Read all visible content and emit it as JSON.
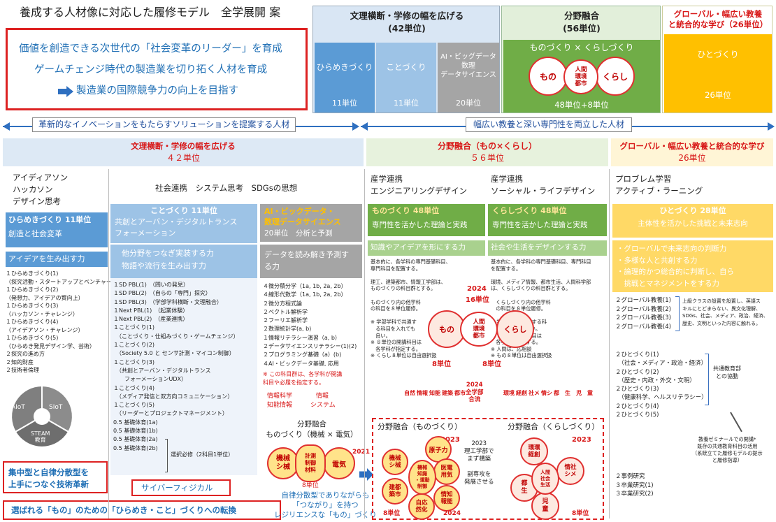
{
  "page_title": "養成する人材像に対応した履修モデル　全学展開 案",
  "mission": [
    "価値を創造できる次世代の「社会変革のリーダー」を育成",
    "ゲームチェンジ時代の製造業を切り拓く人材を育成",
    "製造業の国際競争力の向上を目指す"
  ],
  "top": {
    "bunri": {
      "title": "文理横断・学修の幅を広げる",
      "units": "(42単位)",
      "cols": [
        {
          "label": "ひらめきづくり",
          "units": "11単位"
        },
        {
          "label": "ことづくり",
          "units": "11単位"
        },
        {
          "label": "AI・ビッグデータ\n数理\nデータサイエンス",
          "units": "20単位"
        }
      ]
    },
    "bunya": {
      "title": "分野融合",
      "units": "(56単位)",
      "sub": "ものづくり × くらしづくり",
      "circle_l": "もの",
      "circle_c": "人間\n環境\n都市",
      "circle_r": "くらし",
      "units2": "48単位+8単位"
    },
    "global": {
      "title": "グローバル・幅広い教養\nと統合的な学び（26単位）",
      "label": "ひとづくり",
      "units": "26単位"
    }
  },
  "arrow1": "革新的なイノベーションをもたらすソリューションを提案する人材",
  "arrow2": "幅広い教養と深い専門性を両立した人材",
  "sec1": {
    "title": "文理横断・学修の幅を広げる",
    "units": "４２単位"
  },
  "sec2": {
    "title": "分野融合（もの×くらし）",
    "units": "５６単位"
  },
  "sec3": {
    "title": "グローバル・幅広い教養と統合的な学び",
    "units": "26単位"
  },
  "col1_head": "アイディアソン\nハッカソン\nデザイン思考",
  "col1_title": "ひらめきづくり 11単位",
  "col1_sub": "創造と社会変革",
  "col1_band": "アイデアを生み出す力",
  "col1_list": "１ひらめきづくり(1)\n（探究活動・スタートアップとベンチャー）\n１ひらめきづくり(2)\n（発想力、アイデアの賢向上）\n１ひらめきづくり(3)\n（ハッカソン・チャレンジ）\n１ひらめきづくり(4)\n（アイデアソン・チャレンジ）\n１ひらめきづくり(5)\n（ひらめき発見デザイン学、芸術）\n２探究の進め方\n２知的財産\n２技術者倫理",
  "col1_bottom": "集中型と自律分散型を\n上手につなぐ技術革新",
  "pie_labels": [
    "AIoT",
    "SIoT",
    "STEAM\n教育"
  ],
  "shakai": "社会連携　システム思考　SDGsの思想",
  "koto_title": "ことづくり 11単位",
  "koto_sub": "共創とアーバン・デジタルトランス\nフォーメーション",
  "koto_band": "他分野をつなぎ実装する力\n物語や流行を生み出す力",
  "koto_list": "１SD PBL(1)　（問いの発見）\n１SD PBL(2)　（自らの「専門」探究）\n１SD PBL(3)　（学部学科横断・文理融合）\n１Next PBL(1)　（起業体験）\n１Next PBL(2)　（産業連携）\n１ことづくり(1)\n　（ことづくり・仕組みづくり・ゲームチェンジ）\n１ことづくり(2)\n　（Society 5.0 と センサ計測・マイコン制御）\n１ことづくり(3)\n　（共創とアーバン・デジタルトランス\n　　フォーメーションUDX）\n１ことづくり(4)\n　（メディア発信と双方向コミュニケーション）\n１ことづくり(5)\n　（リーダーとプロジェクトマネージメント）\n0.5 基礎体育(1a)\n0.5 基礎体育(1b)\n0.5 基礎体育(2a)\n0.5 基礎体育(2b)",
  "taiiku_note": "選択必修（2科目1単位）",
  "cyber": "サイバーフィジカル",
  "bottom_line": "選ばれる「もの」のための「ひらめき・こと」づくりへの転換",
  "ai_title": "AI・ビックデータ・\n数理データサイエンス",
  "ai_sub": "20単位　分析と予測",
  "ai_band": "データを読み解き予測す\nる力",
  "ai_list": "４微分積分学（1a, 1b, 2a, 2b）\n４線形代数学（1a, 1b, 2a, 2b）\n２微分方程式論\n２ベクトル解析学\n２フーリエ解析学\n２数理統計学(a, b)\n１情報リテラシー演習（a, b）\n２データサイエンスリテラシー(1)(2)\n２プログラミング基礎（a）(b)\n４AI・ビックデータ基礎, 応用",
  "ai_note": "※ この科目群は、各学科が開講\n科目や必履を指定する。",
  "joho_tags": [
    "情報科学",
    "情報",
    "知能情報",
    "システム"
  ],
  "bunya_small_title": "分野融合\nものづくり（機械 × 電気）",
  "bunya_small_circles": [
    "機械\nシ械",
    "計測\n制御\n材料",
    "電気"
  ],
  "bunya_small_units": "8単位",
  "y2021": "2021",
  "jiritsu": "自律分散型でありながらも\n「つながり」を持つ\nレジリエンスな「もの」づくり",
  "sangaku1": "産学連携\nエンジニアリングデザイン",
  "sangaku2": "産学連携\nソーシャル・ライフデザイン",
  "mono_title": "ものづくり 48単位",
  "mono_sub": "専門性を活かした理論と実践",
  "mono_band": "知識やアイデアを形にする力",
  "mono_text": "基本的に、各学科の専門基礎科目、\n専門科目を配置する。\n\n理工、建築都市、情報工学部は、\nものづくりの科目群とする。\n\nものづくり内の他学科\nの科目を８単位履修。\n\n※ 学部学科で共通す\n　る科目を入れても\n　良い。\n※ ８単位の開講科目は\n　各学科が指定する。\n※ くらし８単位は自由選択扱",
  "kurashi_title": "くらしづくり 48単位",
  "kurashi_sub": "専門性を活かした理論と実践",
  "kurashi_band": "社会や生活をデザインする力",
  "kurashi_text": "基本的に、各学科の専門基礎科目、専門科目\nを配置する。\n\n環境、メディア情報、都市生活、人間科学部\nは、くらしづくりの科目群とする。\n\n　くらしづくり内の他学科\n　の科目を８単位履修。\n\n※ 学部学科で共通する科\n　目を入れても良い。\n※ ８単位の開講科目は\n　各学科が指定する。\n※ 人間は、応相談\n※ もの８単位は自由選択扱",
  "mid_circles": [
    "もの",
    "人間\n環境\n都市",
    "くらし"
  ],
  "mid_2024": "2024",
  "mid_16": "16単位",
  "mid_8l": "8単位",
  "mid_8r": "8単位",
  "zengaku": "2024\n全学部\n合流",
  "tags_l": [
    "自然",
    "情報",
    "知能",
    "建築",
    "都市"
  ],
  "tags_r": [
    "環境",
    "経創",
    "社メ",
    "情シ",
    "都",
    "生",
    "児",
    "童"
  ],
  "mono_box_title": "分野融合（ものづくり）",
  "kura_box_title": "分野融合（くらしづくり）",
  "mono_box_year": "2023",
  "kura_box_year": "2023",
  "mono_circles": [
    "機械\nシ械",
    "原子力",
    "医電\n用気",
    "建都\n築市",
    "自応\n然化",
    "情知\n報能"
  ],
  "mono_center": "機械\n知識\n・運動\n制御",
  "kura_circles": [
    "環環\n経創",
    "情社\nシメ",
    "都\n生",
    "児\n童"
  ],
  "kura_center": "人間\n社会\n生活",
  "mid_text": "2023\n理工学部で\nまず構築\n\n副専攻を\n発展させる",
  "bottom_units_l": "8単位",
  "bottom_units_r": "8単位",
  "bottom_2024": "2024",
  "pbl": "プロブレム学習\nアクティブ・ラーニング",
  "hito_title": "ひとづくり 28単位",
  "hito_sub": "主体性を活かした挑戦と未来志向",
  "hito_band": "・グローバルで未来志向の判断力\n・多様な人と共創する力\n・論理的かつ総合的に判断し、自ら\n　挑戦とマネジメントをする力",
  "global_list": "２グローバル教養(1)\n２グローバル教養(2)\n２グローバル教養(3)\n２グローバル教養(4)",
  "global_note": "上級クラスの設置を設置し、英語ス\nキルにとどまらない、異文化理解、\nSDGs、社会、メディア、政治、経済、\n歴史、文明といった内容に触れる。",
  "hito_list": "２ひとづくり(1)\n　（社会・メディア・政治・経済）\n２ひとづくり(2)\n　（歴史・内政・外交・文明）\n２ひとづくり(3)\n　（健康科学、ヘルスリテラシー）\n２ひとづくり(4)\n２ひとづくり(5)",
  "kyotsu_note": "共通教育部\nとの協動",
  "seminar_note": "教養ゼミナールでの開講*\n既存の共通教育科目の活用\n（系統立てた履修モデルの提示\nと履修指導）",
  "final_list": "２事例研究\n３卒業研究(1)\n３卒業研究(2)"
}
